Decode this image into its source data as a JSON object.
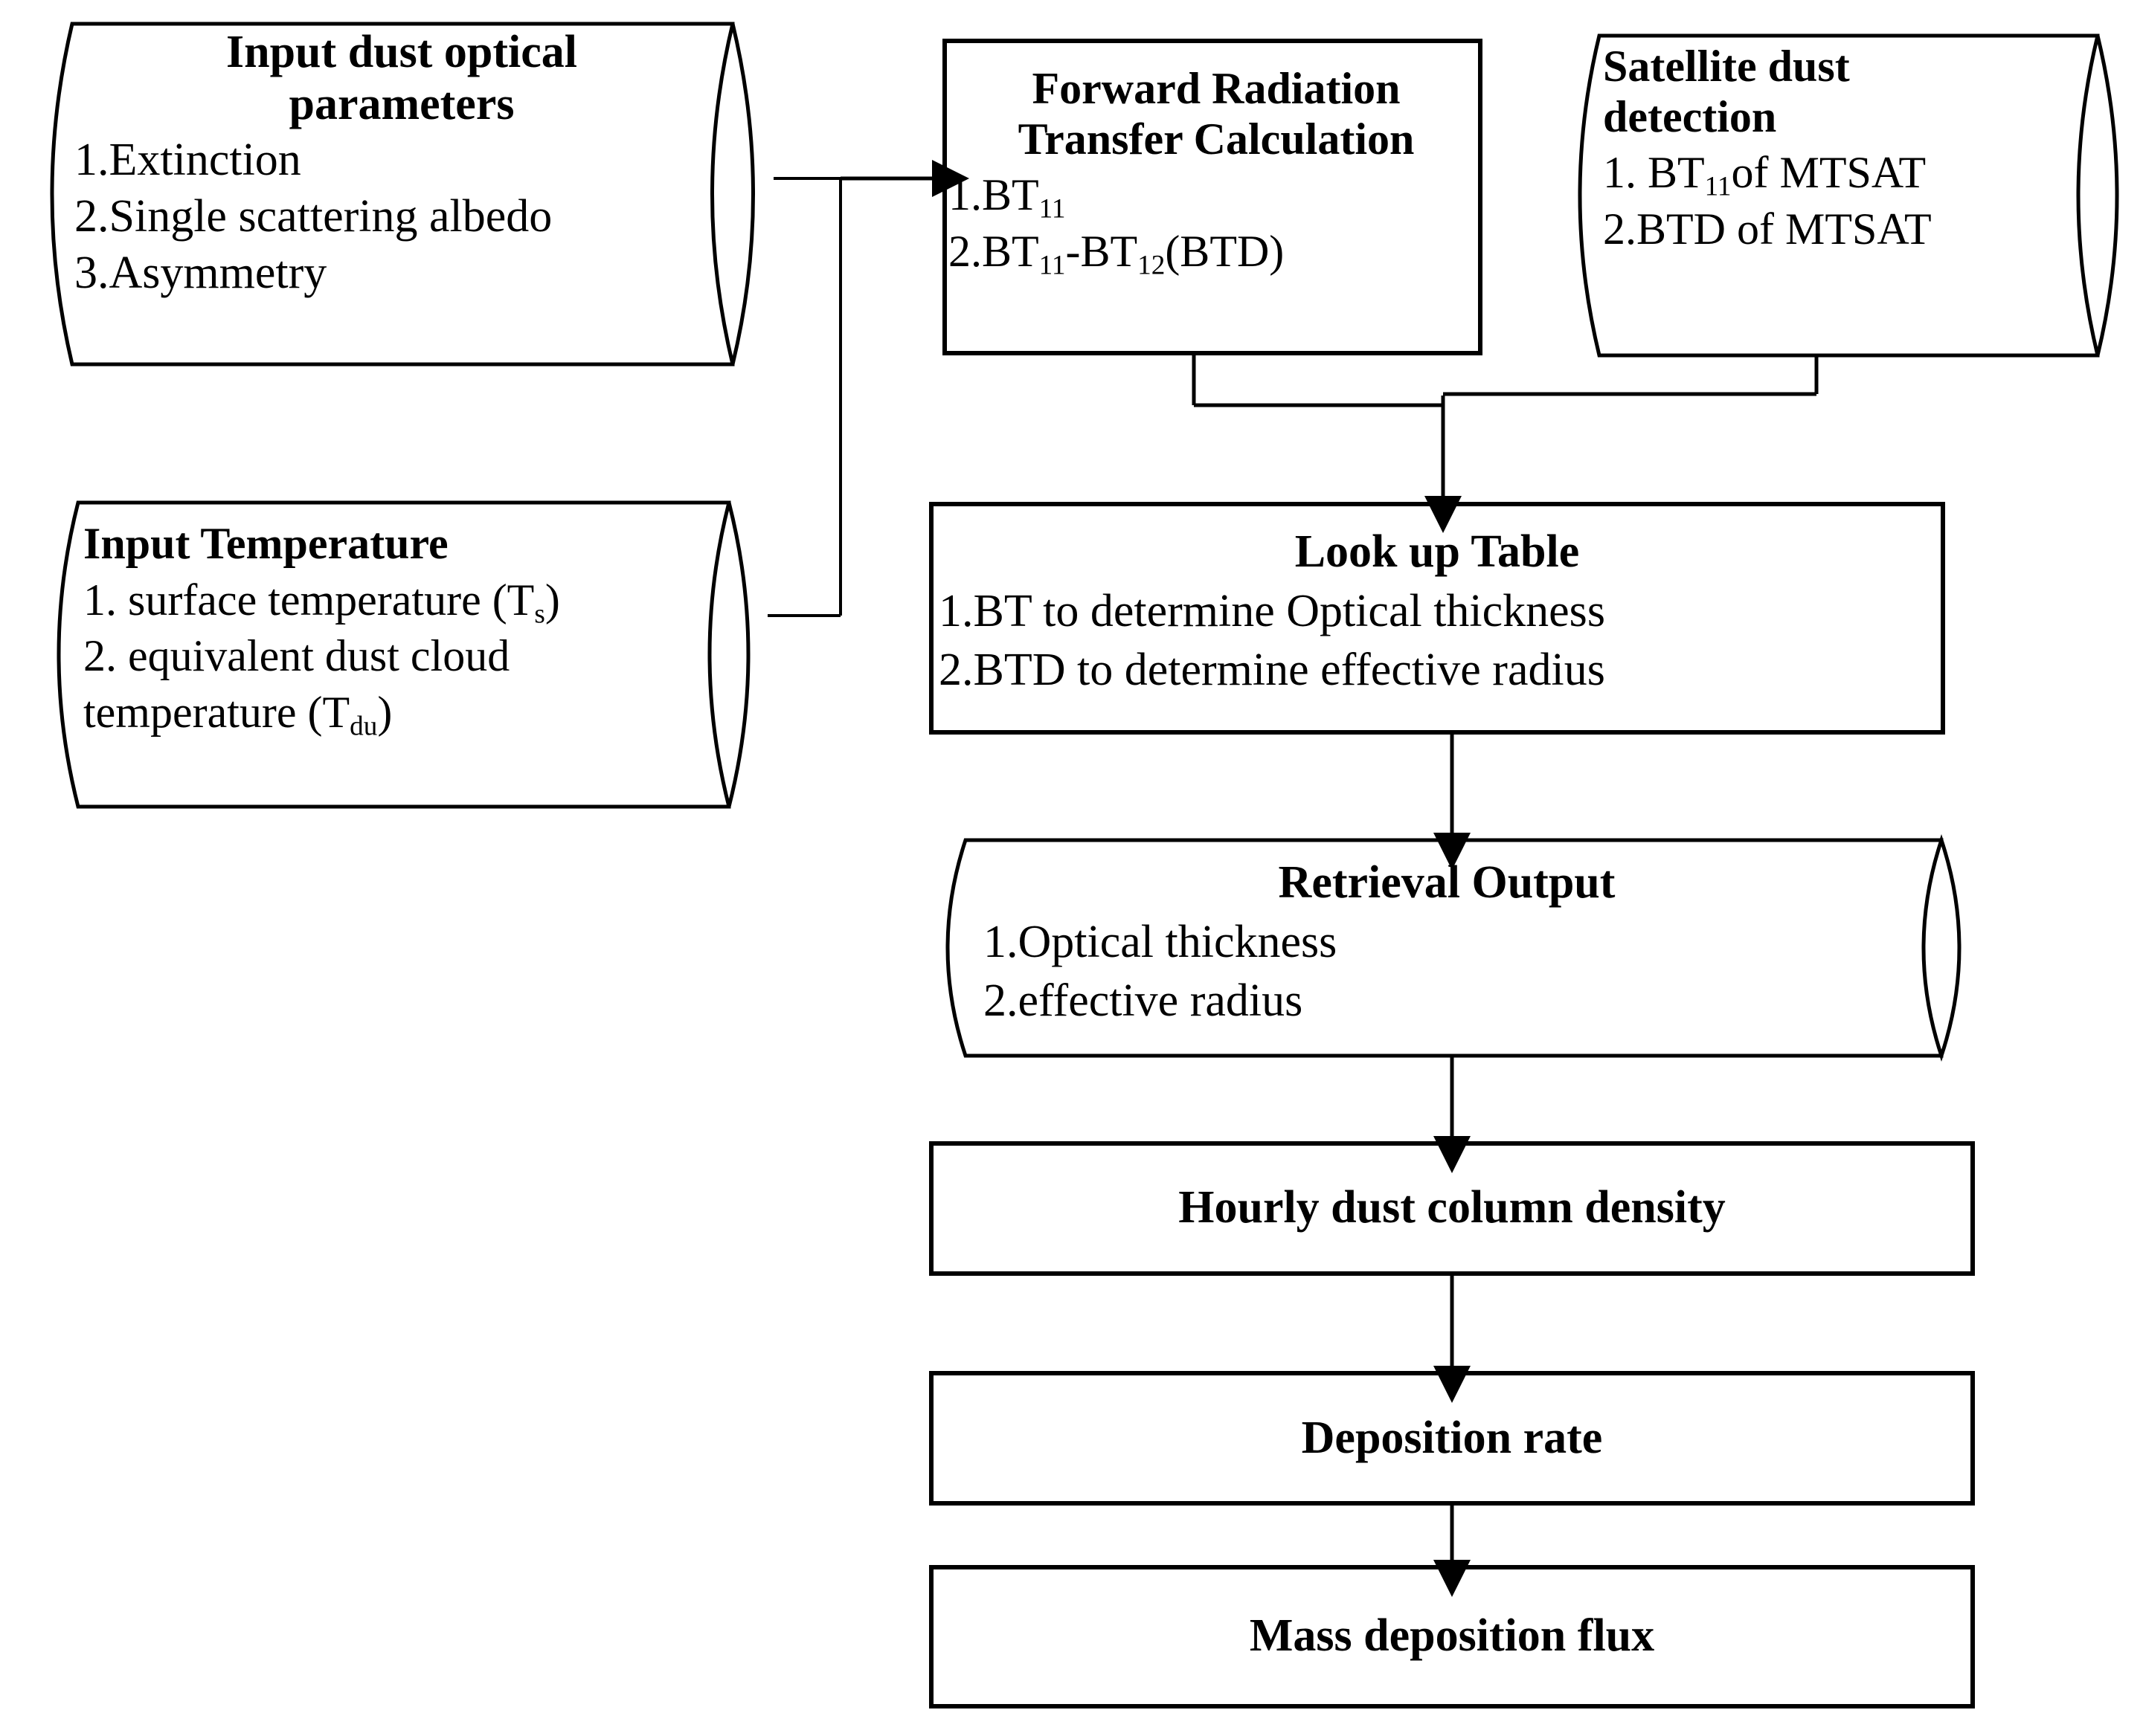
{
  "diagram": {
    "title": "Satellite dust retrieval and deposition flux flowchart",
    "stroke_color": "#000000",
    "fill_color": "#ffffff",
    "nodes": {
      "input_dust_optical": {
        "shape": "cylinder",
        "title_line1": "Input dust optical",
        "title_line2": "parameters",
        "items": [
          "1.Extinction",
          "2.Single scattering albedo",
          "3.Asymmetry"
        ]
      },
      "input_temperature": {
        "shape": "cylinder",
        "title": "Input Temperature",
        "item1_pre": "1.  surface temperature (T",
        "item1_sub": "s",
        "item1_post": ")",
        "item2": "2.  equivalent dust  cloud",
        "item3_pre": "temperature (T",
        "item3_sub": "du",
        "item3_post": ")"
      },
      "forward_radiation": {
        "shape": "rectangle",
        "title_line1": "Forward Radiation",
        "title_line2": "Transfer Calculation",
        "item1_pre": "1.BT",
        "item1_sub": "11",
        "item2_a": "2.BT",
        "item2_sub_a": "11",
        "item2_b": "-BT",
        "item2_sub_b": "12",
        "item2_c": "(BTD)"
      },
      "satellite_detection": {
        "shape": "cylinder",
        "title_line1": "Satellite dust",
        "title_line2": "detection",
        "item1_pre": "1. BT",
        "item1_sub": "11",
        "item1_post": "of MTSAT",
        "item2": "2.BTD of MTSAT"
      },
      "look_up_table": {
        "shape": "rectangle",
        "title": "Look up Table",
        "items": [
          "1.BT to determine Optical thickness",
          "2.BTD to determine effective radius"
        ]
      },
      "retrieval_output": {
        "shape": "cylinder",
        "title": "Retrieval Output",
        "items": [
          "1.Optical thickness",
          "2.effective radius"
        ]
      },
      "hourly_dust_column_density": {
        "shape": "rectangle",
        "title": "Hourly dust column density"
      },
      "deposition_rate": {
        "shape": "rectangle",
        "title": "Deposition rate"
      },
      "mass_deposition_flux": {
        "shape": "rectangle",
        "title": "Mass deposition flux"
      }
    },
    "connectors": [
      {
        "name": "dust-optical-to-forward",
        "from": "input_dust_optical",
        "to": "forward_radiation",
        "arrow": true
      },
      {
        "name": "temperature-to-forward",
        "from": "input_temperature",
        "to": "forward_radiation",
        "arrow": false
      },
      {
        "name": "forward-to-lookup",
        "from": "forward_radiation",
        "to": "look_up_table",
        "arrow": true
      },
      {
        "name": "satellite-to-lookup",
        "from": "satellite_detection",
        "to": "look_up_table",
        "arrow": true
      },
      {
        "name": "lookup-to-retrieval",
        "from": "look_up_table",
        "to": "retrieval_output",
        "arrow": true
      },
      {
        "name": "retrieval-to-hourly",
        "from": "retrieval_output",
        "to": "hourly_dust_column_density",
        "arrow": true
      },
      {
        "name": "hourly-to-deposition",
        "from": "hourly_dust_column_density",
        "to": "deposition_rate",
        "arrow": true
      },
      {
        "name": "deposition-to-mass",
        "from": "deposition_rate",
        "to": "mass_deposition_flux",
        "arrow": true
      }
    ]
  }
}
